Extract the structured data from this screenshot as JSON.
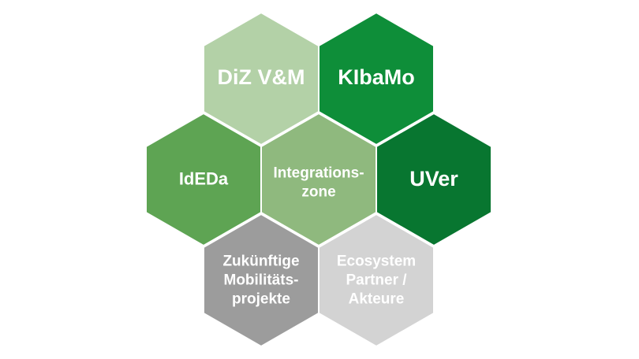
{
  "diagram": {
    "hexagons": [
      {
        "id": "diz",
        "lines": [
          "DiZ V&M"
        ],
        "color": "#b3d1a7"
      },
      {
        "id": "kibamo",
        "lines": [
          "KIbaMo"
        ],
        "color": "#0e8e39"
      },
      {
        "id": "ideda",
        "lines": [
          "IdEDa"
        ],
        "color": "#5ea453"
      },
      {
        "id": "integration",
        "lines": [
          "Integrations-",
          "zone"
        ],
        "color": "#8fb97e"
      },
      {
        "id": "uver",
        "lines": [
          "UVer"
        ],
        "color": "#087630"
      },
      {
        "id": "zukunft",
        "lines": [
          "Zukünftige",
          "Mobilitäts-",
          "projekte"
        ],
        "color": "#9c9c9c"
      },
      {
        "id": "ecosystem",
        "lines": [
          "Ecosystem",
          "Partner /",
          "Akteure"
        ],
        "color": "#d3d3d3"
      }
    ]
  }
}
